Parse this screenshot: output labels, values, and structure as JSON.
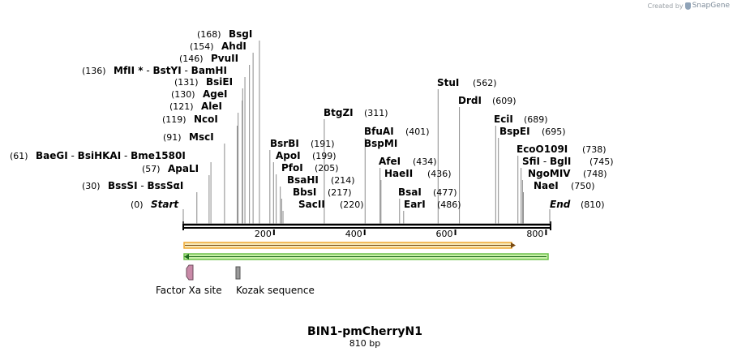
{
  "credit": {
    "prefix": "Created by",
    "brand": "SnapGene"
  },
  "map": {
    "name": "BIN1-pmCherryN1",
    "length_label": "810 bp",
    "length_bp": 810,
    "start_label": "Start",
    "start_pos": "(0)",
    "end_label": "End",
    "end_pos": "(810)",
    "ticks": [
      "200",
      "400",
      "600",
      "800"
    ],
    "tick_values": [
      200,
      400,
      600,
      800
    ],
    "colors": {
      "backbone": "#000000",
      "feature_orange": "#f0a830",
      "feature_orange_fill": "#f6e8b8",
      "feature_green": "#2a8a2a",
      "feature_green_fill": "#c8f0a8",
      "factor_xa": "#c98aa8",
      "kozak": "#9a9a9a"
    }
  },
  "enzymes_left": [
    {
      "pos": "(168)",
      "bp": 168,
      "names": [
        "BsgI"
      ]
    },
    {
      "pos": "(154)",
      "bp": 154,
      "names": [
        "AhdI"
      ]
    },
    {
      "pos": "(146)",
      "bp": 146,
      "names": [
        "PvuII"
      ]
    },
    {
      "pos": "(136)",
      "bp": 136,
      "names": [
        "MfII *",
        "BstYI",
        "BamHI"
      ]
    },
    {
      "pos": "(131)",
      "bp": 131,
      "names": [
        "BsiEI"
      ]
    },
    {
      "pos": "(130)",
      "bp": 130,
      "names": [
        "AgeI"
      ]
    },
    {
      "pos": "(121)",
      "bp": 121,
      "names": [
        "AleI"
      ]
    },
    {
      "pos": "(119)",
      "bp": 119,
      "names": [
        "NcoI"
      ]
    },
    {
      "pos": "(91)",
      "bp": 91,
      "names": [
        "MscI"
      ]
    },
    {
      "pos": "(61)",
      "bp": 61,
      "names": [
        "BaeGI",
        "BsiHKAI",
        "Bme1580I"
      ]
    },
    {
      "pos": "(57)",
      "bp": 57,
      "names": [
        "ApaLI"
      ]
    },
    {
      "pos": "(30)",
      "bp": 30,
      "names": [
        "BssSI",
        "BssSαI"
      ]
    }
  ],
  "enzymes_right": [
    {
      "pos": "(311)",
      "bp": 311,
      "names": [
        "BtgZI"
      ]
    },
    {
      "pos": "(191)",
      "bp": 191,
      "names": [
        "BsrBI"
      ]
    },
    {
      "pos": "(199)",
      "bp": 199,
      "names": [
        "ApoI"
      ]
    },
    {
      "pos": "(205)",
      "bp": 205,
      "names": [
        "PfoI"
      ]
    },
    {
      "pos": "(214)",
      "bp": 214,
      "names": [
        "BsaHI"
      ]
    },
    {
      "pos": "(217)",
      "bp": 217,
      "names": [
        "BbsI"
      ]
    },
    {
      "pos": "(220)",
      "bp": 220,
      "names": [
        "SacII"
      ]
    },
    {
      "pos": "(401)",
      "bp": 401,
      "names": [
        "BfuAI",
        "BspMI"
      ]
    },
    {
      "pos": "(434)",
      "bp": 434,
      "names": [
        "AfeI"
      ]
    },
    {
      "pos": "(436)",
      "bp": 436,
      "names": [
        "HaeII"
      ]
    },
    {
      "pos": "(477)",
      "bp": 477,
      "names": [
        "BsaI"
      ]
    },
    {
      "pos": "(486)",
      "bp": 486,
      "names": [
        "EarI"
      ]
    },
    {
      "pos": "(562)",
      "bp": 562,
      "names": [
        "StuI"
      ]
    },
    {
      "pos": "(609)",
      "bp": 609,
      "names": [
        "DrdI"
      ]
    },
    {
      "pos": "(689)",
      "bp": 689,
      "names": [
        "EciI"
      ]
    },
    {
      "pos": "(695)",
      "bp": 695,
      "names": [
        "BspEI"
      ]
    },
    {
      "pos": "(738)",
      "bp": 738,
      "names": [
        "EcoO109I"
      ]
    },
    {
      "pos": "(745)",
      "bp": 745,
      "names": [
        "SfiI",
        "BglI"
      ]
    },
    {
      "pos": "(748)",
      "bp": 748,
      "names": [
        "NgoMIV"
      ]
    },
    {
      "pos": "(750)",
      "bp": 750,
      "names": [
        "NaeI"
      ]
    }
  ],
  "features": [
    {
      "label": "Factor Xa site",
      "icon": "factor-xa-marker"
    },
    {
      "label": "Kozak sequence",
      "icon": "kozak-marker"
    }
  ]
}
